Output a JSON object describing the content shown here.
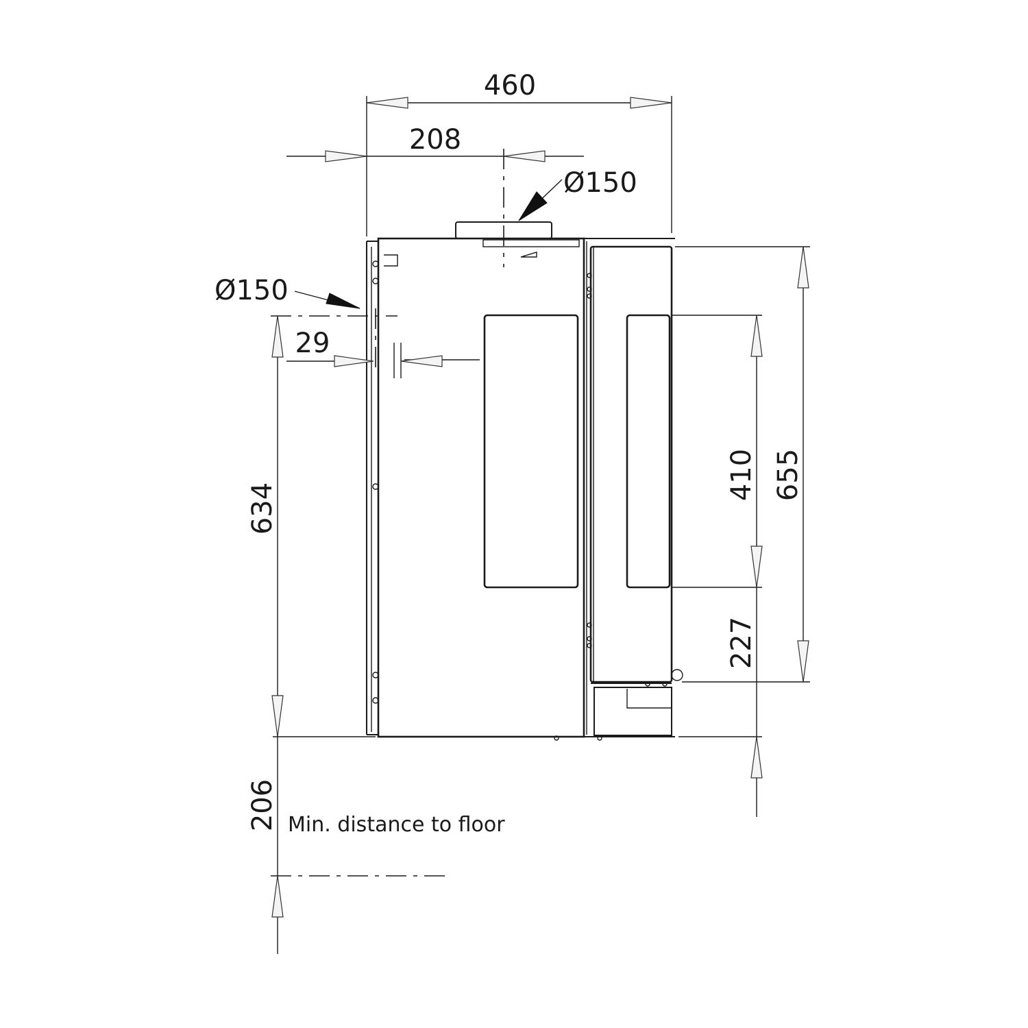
{
  "dimensions": {
    "overall_width": "460",
    "flue_offset": "208",
    "top_flue_diameter": "Ø150",
    "rear_flue_diameter": "Ø150",
    "rear_clearance": "29",
    "rear_flue_height": "634",
    "floor_distance": "206",
    "window_height": "410",
    "overall_height": "655",
    "window_bottom_height": "227"
  },
  "notes": {
    "floor_note": "Min. distance to floor"
  },
  "colors": {
    "line": "#1a1a1a",
    "background": "#ffffff"
  }
}
